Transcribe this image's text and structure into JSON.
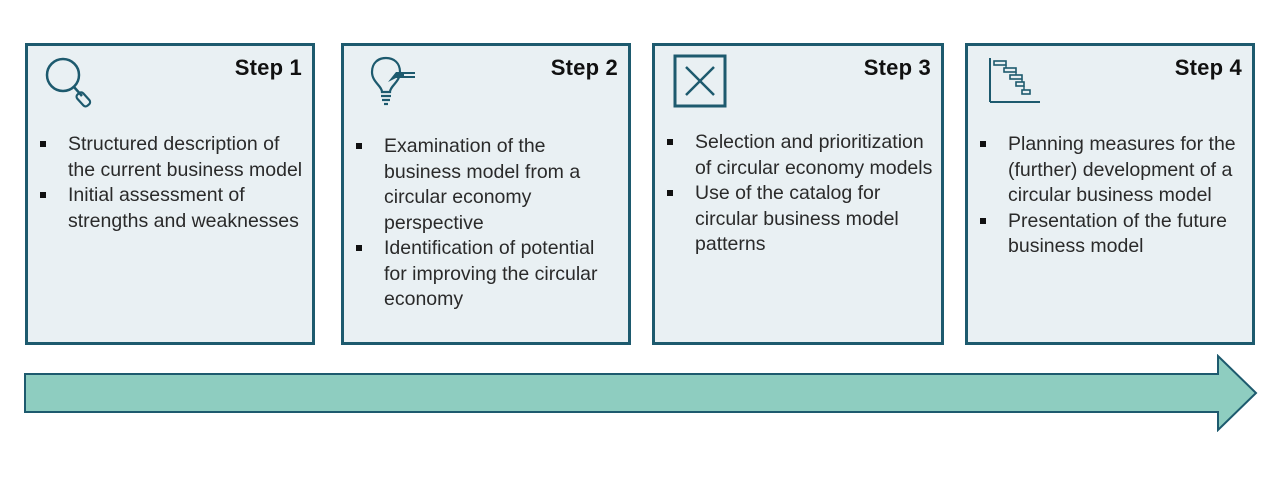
{
  "colors": {
    "box_border": "#1d5a6e",
    "box_fill": "#e9f0f3",
    "arrow_fill": "#8ecdc0",
    "arrow_stroke": "#1d5a6e"
  },
  "steps": [
    {
      "title": "Step 1",
      "icon": "magnifier-icon",
      "bullets": [
        "Structured description of the current business model",
        "Initial assessment of strengths and weaknesses"
      ]
    },
    {
      "title": "Step 2",
      "icon": "lightbulb-icon",
      "bullets": [
        "Examination of the business model from a circular economy perspective",
        "Identification of potential for improving the circular economy"
      ]
    },
    {
      "title": "Step 3",
      "icon": "x-box-icon",
      "bullets": [
        "Selection and prioritization of circular economy models",
        "Use of the catalog for circular business model patterns"
      ]
    },
    {
      "title": "Step 4",
      "icon": "gantt-chart-icon",
      "bullets": [
        "Planning measures for the (further) development of a circular business model",
        "Presentation of the future business model"
      ]
    }
  ]
}
